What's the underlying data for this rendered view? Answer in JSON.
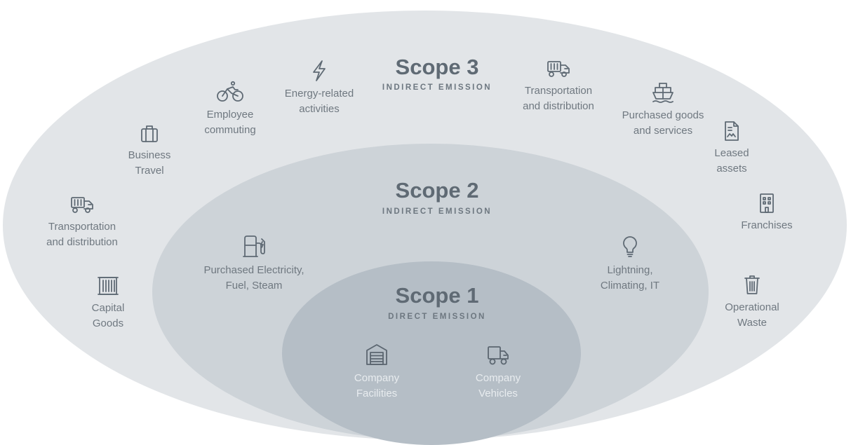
{
  "scope3": {
    "title": "Scope 3",
    "subtitle": "INDIRECT EMISSION",
    "items": [
      {
        "label": "Transportation\nand distribution",
        "icon": "truck-icon"
      },
      {
        "label": "Capital\nGoods",
        "icon": "container-icon"
      },
      {
        "label": "Business\nTravel",
        "icon": "briefcase-icon"
      },
      {
        "label": "Employee\ncommuting",
        "icon": "bicycle-icon"
      },
      {
        "label": "Energy-related\nactivities",
        "icon": "lightning-icon"
      },
      {
        "label": "Transportation\nand distribution",
        "icon": "truck-icon"
      },
      {
        "label": "Purchased goods\nand services",
        "icon": "ship-icon"
      },
      {
        "label": "Leased\nassets",
        "icon": "document-icon"
      },
      {
        "label": "Franchises",
        "icon": "building-icon"
      },
      {
        "label": "Operational\nWaste",
        "icon": "trash-icon"
      }
    ]
  },
  "scope2": {
    "title": "Scope 2",
    "subtitle": "INDIRECT EMISSION",
    "items": [
      {
        "label": "Purchased Electricity,\nFuel, Steam",
        "icon": "fuel-pump-icon"
      },
      {
        "label": "Lightning,\nClimating, IT",
        "icon": "lightbulb-icon"
      }
    ]
  },
  "scope1": {
    "title": "Scope 1",
    "subtitle": "DIRECT EMISSION",
    "items": [
      {
        "label": "Company\nFacilities",
        "icon": "garage-icon"
      },
      {
        "label": "Company\nVehicles",
        "icon": "delivery-truck-icon"
      }
    ]
  },
  "colors": {
    "scope3_fill": "#e2e5e8",
    "scope2_fill": "#cdd3d8",
    "scope1_fill": "#b5bec6",
    "text": "#5f6a74"
  }
}
